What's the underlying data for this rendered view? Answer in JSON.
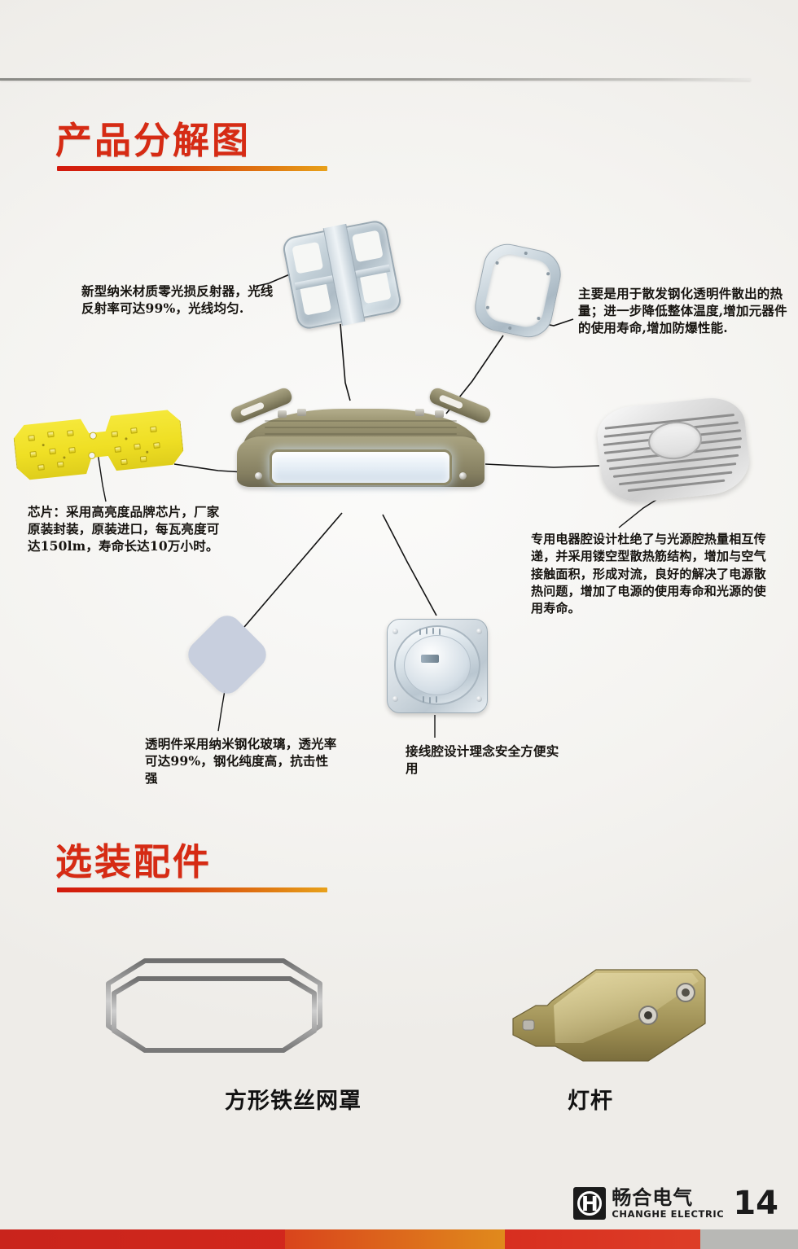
{
  "sections": {
    "products": {
      "heading": "产品分解图"
    },
    "accessories": {
      "heading": "选装配件"
    }
  },
  "callouts": {
    "reflector": "新型纳米材质零光损反射器，光线反射率可达99%，光线均匀.",
    "heat_frame": "主要是用于散发钢化透明件散出的热量；进一步降低整体温度,增加元器件的使用寿命,增加防爆性能.",
    "chip": "芯片：采用高亮度品牌芯片，厂家原装封装，原装进口，每瓦亮度可达150lm，寿命长达10万小时。",
    "electrical_cavity": "专用电器腔设计杜绝了与光源腔热量相互传递，并采用镂空型散热筋结构，增加与空气接触面积，形成对流，良好的解决了电源散热问题，增加了电源的使用寿命和光源的使用寿命。",
    "glass": "透明件采用纳米钢化玻璃，透光率可达99%，钢化纯度高，抗击性强",
    "junction_box": "接线腔设计理念安全方便实用"
  },
  "accessory_items": [
    {
      "label": "方形铁丝网罩",
      "icon": "wire-mesh-guard-icon"
    },
    {
      "label": "灯杆",
      "icon": "lamp-pole-icon"
    }
  ],
  "footer": {
    "logo_letter": "H",
    "brand_cn": "畅合电气",
    "brand_en": "CHANGHE ELECTRIC",
    "page_number": "14"
  },
  "colors": {
    "heading_red": "#d62b14",
    "rule_orange": "#e8a11a",
    "footer_red": "#c9241c",
    "lamp_body": "#968f6d",
    "pcb_yellow": "#efdf24",
    "glass_blue": "#c6cddd"
  }
}
